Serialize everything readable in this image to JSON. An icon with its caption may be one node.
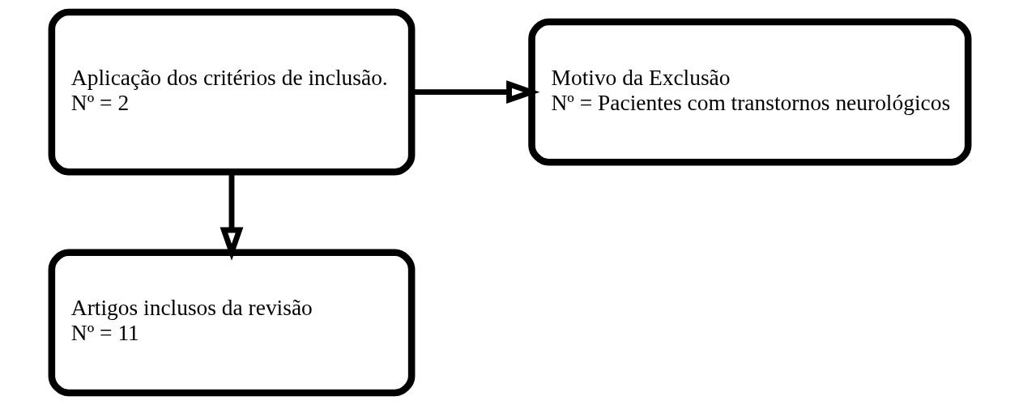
{
  "diagram": {
    "nodes": [
      {
        "text": [
          "Aplicação dos critérios de inclusão.",
          "Nº = 2"
        ]
      },
      {
        "text": [
          "Motivo da Exclusão",
          "Nº = Pacientes com transtornos neurológicos"
        ]
      },
      {
        "text": [
          "Artigos inclusos da revisão",
          "Nº = 11"
        ]
      }
    ],
    "edges": [
      {
        "from": 0,
        "to": 1,
        "arrow": "to"
      },
      {
        "from": 0,
        "to": 2,
        "arrow": "to"
      }
    ]
  }
}
